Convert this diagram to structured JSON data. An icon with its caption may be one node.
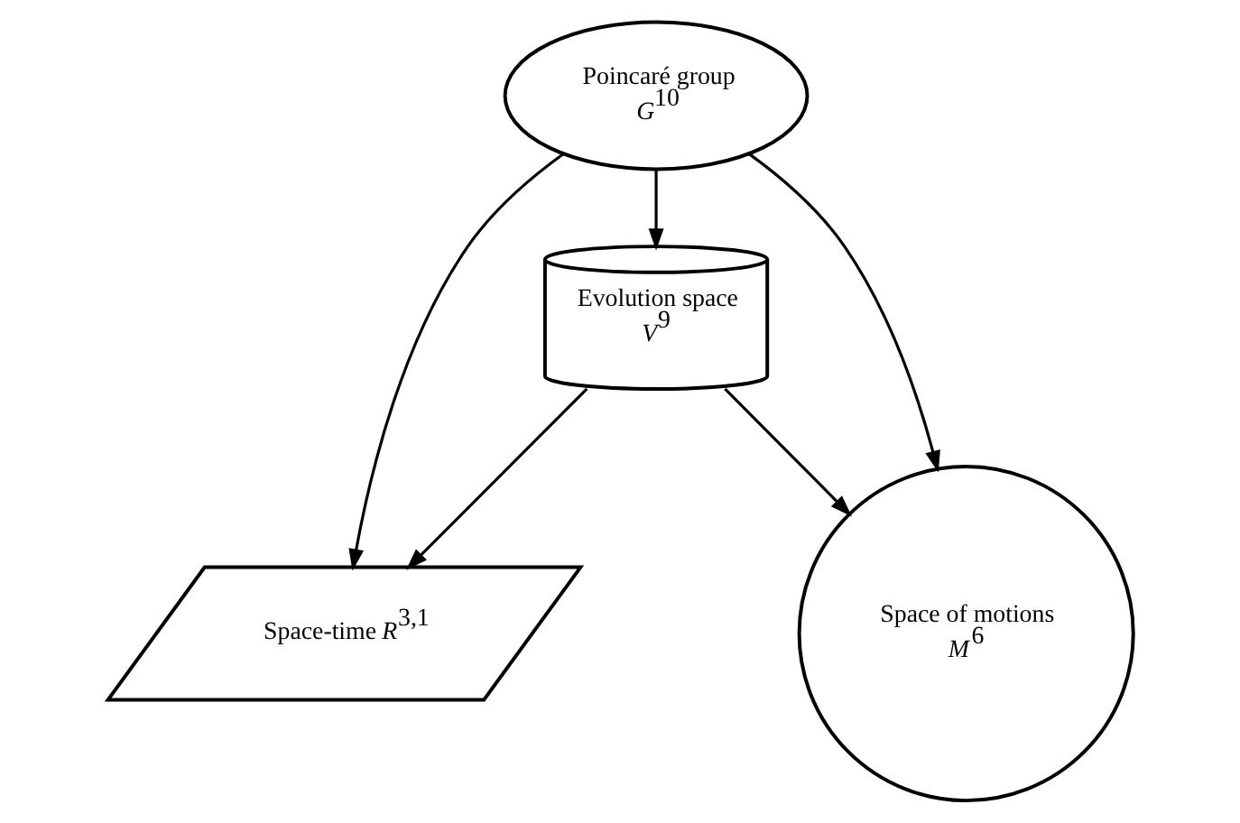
{
  "diagram": {
    "nodes": [
      {
        "text": [
          "Poincaré group",
          "*G*$^{10}$"
        ]
      },
      {
        "text": [
          "Evolution space",
          "*V*$^{9}$"
        ]
      },
      {
        "text": [
          "Space-time *R*$^{3,1}$"
        ]
      },
      {
        "text": [
          "Space of motions",
          "*M*$^{6}$"
        ]
      }
    ],
    "edges": [
      {
        "from": 0,
        "to": 2,
        "arrow": "to"
      },
      {
        "from": 0,
        "to": 1,
        "arrow": "to"
      },
      {
        "from": 0,
        "to": 3,
        "arrow": "to"
      },
      {
        "from": 1,
        "to": 2,
        "arrow": "to"
      },
      {
        "from": 1,
        "to": 3,
        "arrow": "to"
      }
    ]
  }
}
